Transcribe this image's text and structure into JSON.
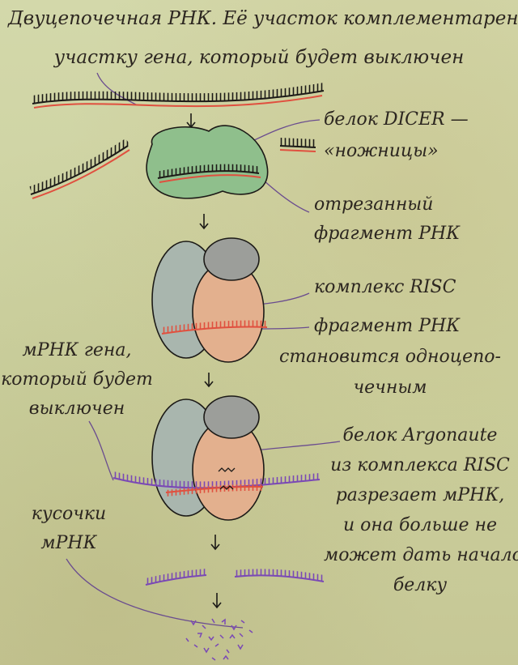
{
  "title": {
    "line1": "Двуцепочечная РНК. Её участок комплементарен",
    "line2": "участку гена, который будет выключен"
  },
  "labels": {
    "dicer1": "белок DICER —",
    "dicer2": "«ножницы»",
    "cut1": "отрезанный",
    "cut2": "фрагмент РНК",
    "risc": "комплекс RISC",
    "frag1": "фрагмент РНК",
    "frag2": "становится одноцепо-",
    "frag3": "чечным",
    "mrna1": "мРНК гена,",
    "mrna2": "который будет",
    "mrna3": "выключен",
    "argo1": "белок Argonaute",
    "argo2": "из комплекса RISC",
    "argo3": "разрезает мРНК,",
    "argo4": "и она больше не",
    "argo5": "может дать начало",
    "argo6": "белку",
    "pieces1": "кусочки",
    "pieces2": "мРНК"
  },
  "colors": {
    "background": "#cfd3a4",
    "dicer_protein": "#8fbf8c",
    "risc_blue": "#a9b6ae",
    "risc_grey": "#9c9e9a",
    "risc_orange": "#e3b08e",
    "rna_black": "#1c1a17",
    "rna_red": "#e0503f",
    "mrna_purple": "#7a49b5",
    "pointer_line": "#6a4c8f"
  },
  "icons": {
    "arrow": "down-arrow-icon"
  }
}
